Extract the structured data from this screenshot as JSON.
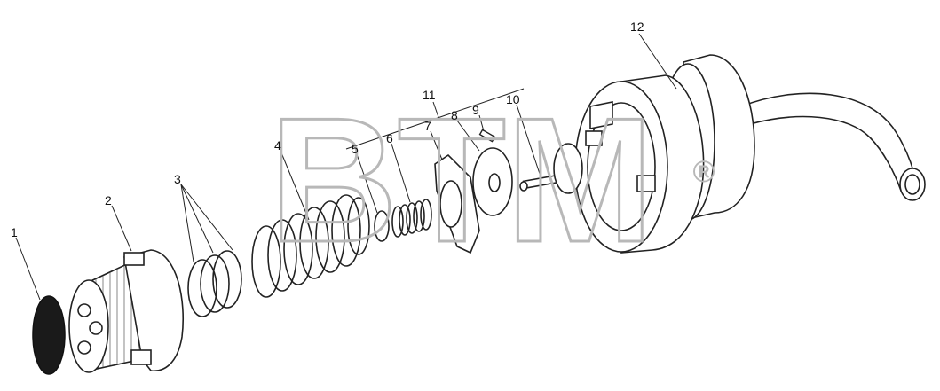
{
  "diagram": {
    "labels": [
      {
        "id": "1",
        "text": "1"
      },
      {
        "id": "2",
        "text": "2"
      },
      {
        "id": "3",
        "text": "3"
      },
      {
        "id": "4",
        "text": "4"
      },
      {
        "id": "5",
        "text": "5"
      },
      {
        "id": "6",
        "text": "6"
      },
      {
        "id": "7",
        "text": "7"
      },
      {
        "id": "8",
        "text": "8"
      },
      {
        "id": "9",
        "text": "9"
      },
      {
        "id": "10",
        "text": "10"
      },
      {
        "id": "11",
        "text": "11"
      },
      {
        "id": "12",
        "text": "12"
      }
    ],
    "watermark": {
      "text": "BTM",
      "mark": "®"
    },
    "colors": {
      "line": "#222222",
      "watermark": "#b8b8b8",
      "screen": "#1a1a1a"
    }
  }
}
